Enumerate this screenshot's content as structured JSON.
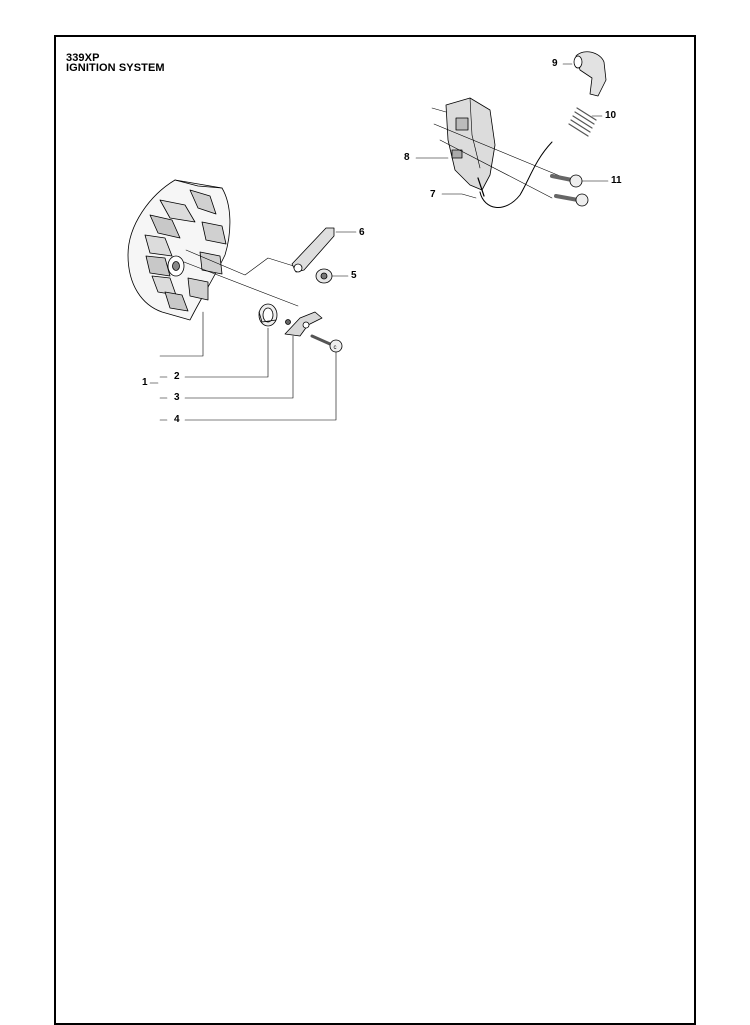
{
  "header": {
    "model": "339XP",
    "section": "IGNITION SYSTEM"
  },
  "callouts": [
    "1",
    "2",
    "3",
    "4",
    "5",
    "6",
    "7",
    "8",
    "9",
    "10",
    "11"
  ]
}
